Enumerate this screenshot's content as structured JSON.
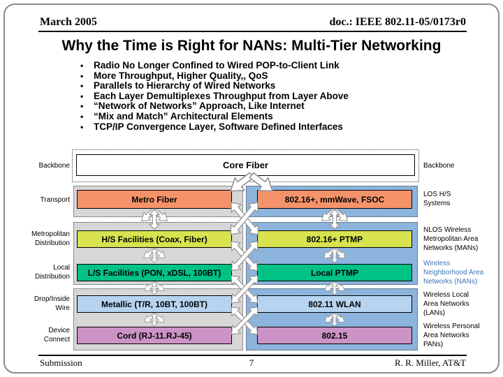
{
  "header": {
    "date": "March 2005",
    "doc_number": "doc.: IEEE 802.11-05/0173r0"
  },
  "slide_title": "Why the Time is Right for NANs: Multi-Tier Networking",
  "bullets": [
    "Radio No Longer Confined to Wired POP-to-Client Link",
    "More Throughput, Higher Quality,, QoS",
    "Parallels to Hierarchy of Wired Networks",
    "Each Layer Demultiplexes Throughput from Layer Above",
    "“Network of Networks” Approach, Like Internet",
    "“Mix and Match” Architectural Elements",
    "TCP/IP Convergence Layer, Software Defined Interfaces"
  ],
  "diagram": {
    "core": {
      "left_label": "Backbone",
      "box": "Core Fiber",
      "right_label": "Backbone"
    },
    "tiers": [
      {
        "left_label": "Transport",
        "wired_box": "Metro Fiber",
        "wireless_box": "802.16+, mmWave, FSOC",
        "right_label": "LOS H/S\nSystems",
        "color": "#F4936A"
      },
      {
        "left_label": "Metropolitan\nDistribution",
        "wired_box": "H/S Facilities (Coax, Fiber)",
        "wireless_box": "802.16+ PTMP",
        "right_label": "NLOS Wireless\nMetropolitan Area\nNetworks (MANs)",
        "color": "#D8E34F"
      },
      {
        "left_label": "Local\nDistribution",
        "wired_box": "L/S Facilities (PON, xDSL, 100BT)",
        "wireless_box": "Local PTMP",
        "right_label": "Wireless\nNeighborhood Area\nNetworks (NANs)",
        "color": "#00C285"
      },
      {
        "left_label": "Drop/Inside\nWire",
        "wired_box": "Metallic (T/R, 10BT, 100BT)",
        "wireless_box": "802.11 WLAN",
        "right_label": "Wireless Local\nArea Networks\n(LANs)",
        "color": "#B6D4F0"
      },
      {
        "left_label": "Device\nConnect",
        "wired_box": "Cord (RJ-11.RJ-45)",
        "wireless_box": "802.15",
        "right_label": "Wireless Personal\nArea Networks\nPANs)",
        "color": "#CC93C6"
      }
    ]
  },
  "footer": {
    "left": "Submission",
    "page_number": "7",
    "right": "R. R. Miller, AT&T"
  },
  "colors": {
    "wired_panel": "#D7D7D7",
    "wireless_panel": "#8CB4DC",
    "nan_highlight": "#3E74B8",
    "tier_transport": "#F4936A",
    "tier_metropolitan": "#D8E34F",
    "tier_local": "#00C285",
    "tier_drop": "#B6D4F0",
    "tier_device": "#CC93C6"
  }
}
